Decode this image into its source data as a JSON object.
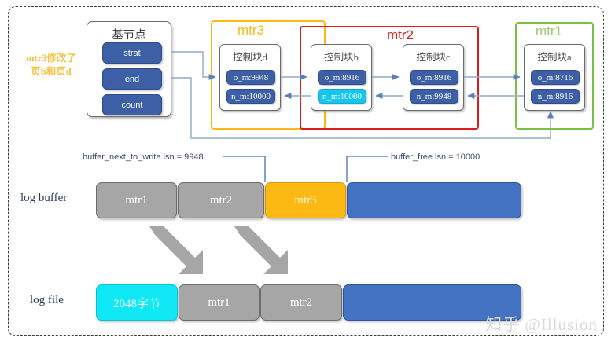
{
  "diagram": {
    "note": {
      "line1": "mtr3修改了",
      "line2": "页b和页d",
      "color": "#f5c242"
    },
    "base_node": {
      "title": "基节点",
      "fields": [
        "strat",
        "end",
        "count"
      ]
    },
    "groups": [
      {
        "name": "mtr3",
        "color": "#fcb813"
      },
      {
        "name": "mtr2",
        "color": "#e01b1b"
      },
      {
        "name": "mtr1",
        "color": "#7ac143"
      }
    ],
    "control_blocks": [
      {
        "title": "控制块d",
        "o_m": "o_m:9948",
        "n_m": "n_m:10000",
        "n_m_highlight": false
      },
      {
        "title": "控制块b",
        "o_m": "o_m:8916",
        "n_m": "n_m:10000",
        "n_m_highlight": true
      },
      {
        "title": "控制块c",
        "o_m": "o_m:8916",
        "n_m": "n_m:9948",
        "n_m_highlight": false
      },
      {
        "title": "控制块a",
        "o_m": "o_m:8716",
        "n_m": "n_m:8916",
        "n_m_highlight": false
      }
    ],
    "log_buffer": {
      "row_label": "log buffer",
      "pointers": [
        {
          "id": "buffer-next-to-write",
          "text": "buffer_next_to_write lsn = 9948"
        },
        {
          "id": "buffer-free",
          "text": "buffer_free lsn = 10000"
        }
      ],
      "segments": [
        {
          "label": "mtr1",
          "color": "gray"
        },
        {
          "label": "mtr2",
          "color": "gray"
        },
        {
          "label": "mtr3",
          "color": "orange"
        },
        {
          "label": "",
          "color": "blue"
        }
      ]
    },
    "log_file": {
      "row_label": "log file",
      "segments": [
        {
          "label": "2048字节",
          "color": "cyan"
        },
        {
          "label": "mtr1",
          "color": "gray"
        },
        {
          "label": "mtr2",
          "color": "gray"
        },
        {
          "label": "",
          "color": "blue"
        }
      ]
    },
    "watermark": "知乎 @Illusion"
  }
}
